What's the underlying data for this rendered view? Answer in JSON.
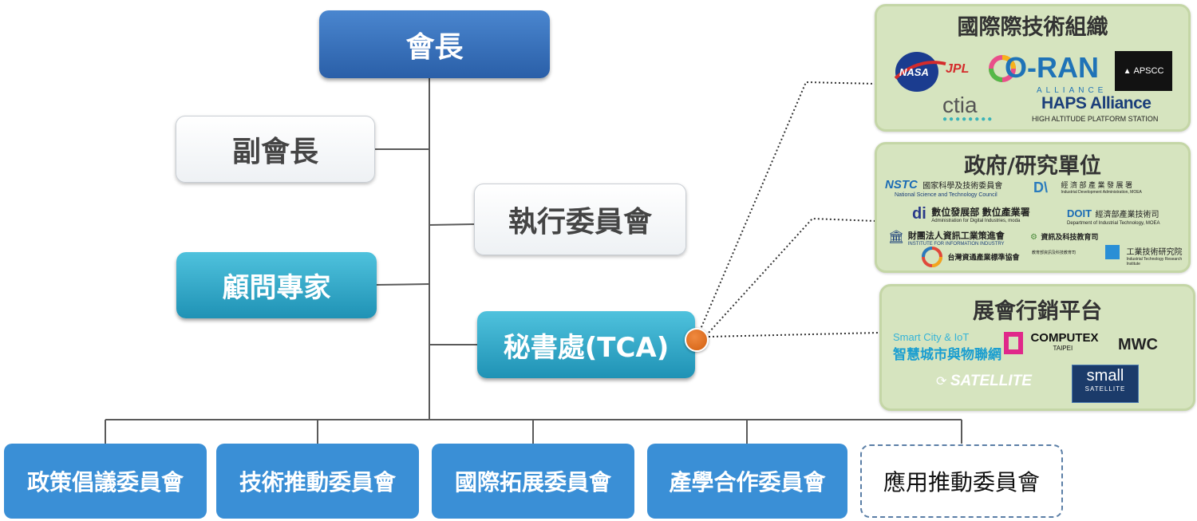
{
  "org": {
    "president": "會長",
    "vice_president": "副會長",
    "executive_committee": "執行委員會",
    "advisors": "顧問專家",
    "secretariat": "秘書處(TCA)",
    "committees": [
      "政策倡議委員會",
      "技術推動委員會",
      "國際拓展委員會",
      "產學合作委員會",
      "應用推動委員會"
    ]
  },
  "panels": {
    "international": {
      "title": "國際際技術組織",
      "logos": {
        "nasa": "NASA",
        "jpl": "JPL",
        "oran": "O-RAN",
        "oran_sub": "ALLIANCE",
        "apscc": "APSCC",
        "ctia": "ctia",
        "haps": "HAPS Alliance",
        "haps_sub": "HIGH ALTITUDE PLATFORM STATION"
      }
    },
    "government": {
      "title": "政府/研究單位",
      "logos": {
        "nstc": "NSTC",
        "nstc_name": "國家科學及技術委員會",
        "nstc_en": "National Science and Technology Council",
        "ida": "經 濟 部 產 業 發 展 署",
        "ida_en": "Industrial Development Administration, MOEA",
        "moda": "數位發展部 數位產業署",
        "moda_en": "Administration for Digital Industries, moda",
        "doit": "DOIT",
        "doit_name": "經濟部產業技術司",
        "doit_en": "Department of Industrial Technology, MOEA",
        "iii": "財團法人資訊工業策進會",
        "iii_en": "INSTITUTE FOR INFORMATION INDUSTRY",
        "moe": "資訊及科技教育司",
        "moe_sub": "教育部資訊及科技教育司",
        "twtsa": "台灣資通產業標準協會",
        "itri": "工業技術研究院",
        "itri_en": "Industrial Technology Research Institute"
      }
    },
    "exhibition": {
      "title": "展會行銷平台",
      "logos": {
        "smartcity": "Smart City & IoT",
        "smartcity_zh": "智慧城市與物聯網",
        "computex": "COMPUTEX",
        "computex_sub": "TAIPEI",
        "mwc": "MWC",
        "satellite": "SATELLITE",
        "small": "small",
        "small_sub": "SATELLITE"
      }
    }
  },
  "colors": {
    "president": "#2f68b3",
    "teal": "#2aa3c6",
    "committee": "#3a8fd6",
    "panel": "#d6e4bf",
    "connector": "#5a5a5a",
    "dot": "#e06d1c"
  }
}
